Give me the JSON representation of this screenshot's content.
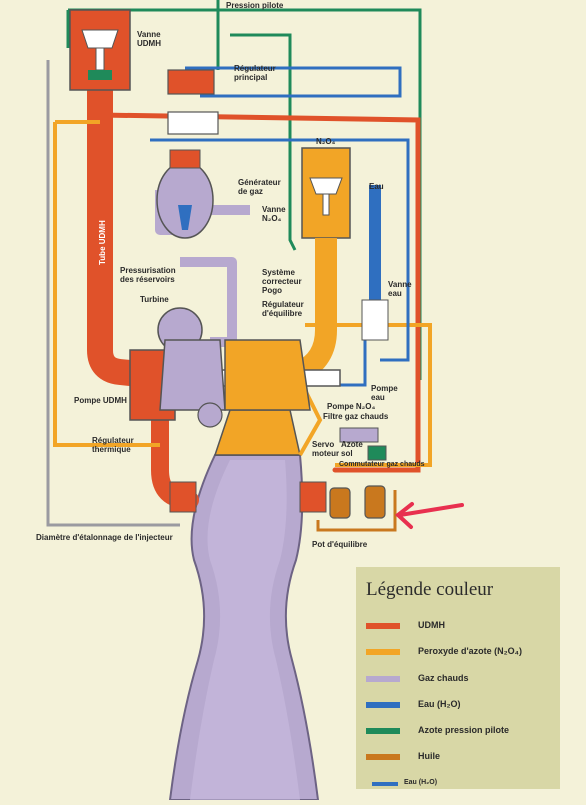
{
  "labels": {
    "pression_pilote": "Pression pilote",
    "vanne_udmh": "Vanne\nUDMH",
    "regulateur_principal": "Régulateur\nprincipal",
    "n2o4_top": "N₂O₄",
    "generateur_gaz": "Générateur\nde gaz",
    "vanne_n2o4": "Vanne\nN₂O₄",
    "eau": "Eau",
    "tube_udmh": "Tube UDMH",
    "pressurisation": "Pressurisation\ndes réservoirs",
    "systeme_correcteur": "Système\ncorrecteur\nPogo",
    "vanne_eau": "Vanne\neau",
    "turbine": "Turbine",
    "regulateur_equilibre": "Régulateur\nd'équilibre",
    "pompe_eau": "Pompe\neau",
    "pompe_udmh": "Pompe UDMH",
    "pompe_n2o4": "Pompe N₂O₄",
    "filtre_gaz": "Filtre gaz chauds",
    "servo_moteur": "Servo\nmoteur",
    "azote_sol": "Azote\nsol",
    "regulateur_thermique": "Régulateur\nthermique",
    "commutateur": "Commutateur gaz chauds",
    "diametre": "Diamètre d'étalonnage de l'injecteur",
    "pot_equilibre": "Pot d'équilibre"
  },
  "legend": {
    "title": "Légende couleur",
    "items": [
      {
        "label": "UDMH",
        "color": "#e0522a"
      },
      {
        "label": "Peroxyde d'azote (N₂O₄)",
        "color": "#f2a526"
      },
      {
        "label": "Gaz chauds",
        "color": "#b7a9cf"
      },
      {
        "label": "Eau (H₂O)",
        "color": "#2f6fc0"
      },
      {
        "label": "Azote pression pilote",
        "color": "#1f8a5a"
      },
      {
        "label": "Huile",
        "color": "#c9781e"
      }
    ]
  },
  "bottom_note": {
    "label": "Eau (H₂O)",
    "color": "#2f6fc0"
  },
  "colors": {
    "udmh": "#e0522a",
    "n2o4": "#f2a526",
    "gaz": "#b7a9cf",
    "eau": "#2f6fc0",
    "azote": "#1f8a5a",
    "huile": "#c9781e",
    "pink_arrow": "#e8304f"
  }
}
